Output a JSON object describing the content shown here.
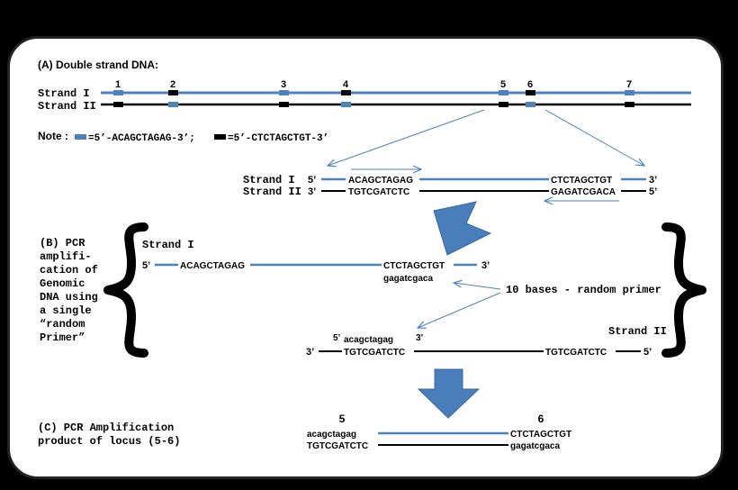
{
  "section_a": {
    "title": "(A) Double strand DNA:",
    "strand1": "Strand I",
    "strand2": "Strand II",
    "loci": [
      "1",
      "2",
      "3",
      "4",
      "5",
      "6",
      "7"
    ],
    "note_label": "Note :",
    "note_blue": "=5’-ACAGCTAGAG-3’;",
    "note_black": "=5’-CTCTAGCTGT-3’",
    "zoom": {
      "strand1": "Strand I",
      "strand2": "Strand II",
      "s1_left_end": "5’",
      "s1_right_end": "3’",
      "s2_left_end": "3’",
      "s2_right_end": "5’",
      "seq_top_left": "ACAGCTAGAG",
      "seq_bot_left": "TGTCGATCTC",
      "seq_top_right": "CTCTAGCTGT",
      "seq_bot_right": "GAGATCGACA"
    }
  },
  "section_b": {
    "label_lines": [
      "(B) PCR",
      "amplifi-",
      "cation of",
      "Genomic",
      "DNA using",
      "a single",
      "“random",
      "Primer”"
    ],
    "strand1": "Strand I",
    "strand2": "Strand II",
    "top_left_end": "5’",
    "top_right_end": "3’",
    "top_seq_left": "ACAGCTAGAG",
    "top_seq_right": "CTCTAGCTGT",
    "top_primer": "gagatcgaca",
    "primer_note": "10 bases - random primer",
    "bot_primer": "acagctagag",
    "bot_primer_5": "5’",
    "bot_primer_3": "3’",
    "bot_left_end": "3’",
    "bot_right_end": "5’",
    "bot_seq_left": "TGTCGATCTC",
    "bot_seq_right": "TGTCGATCTC"
  },
  "section_c": {
    "label_line1": "(C) PCR Amplification",
    "label_line2": "product of locus (5-6)",
    "locus_left": "5",
    "locus_right": "6",
    "top_left": "acagctagag",
    "bot_left": "TGTCGATCTC",
    "top_right": "CTCTAGCTGT",
    "bot_right": "gagatcgaca"
  },
  "colors": {
    "primer_blue": "#4f81bd",
    "primer_black": "#000000",
    "arrow_fill": "#4a7ebb",
    "background": "#000000",
    "panel": "#ffffff"
  }
}
